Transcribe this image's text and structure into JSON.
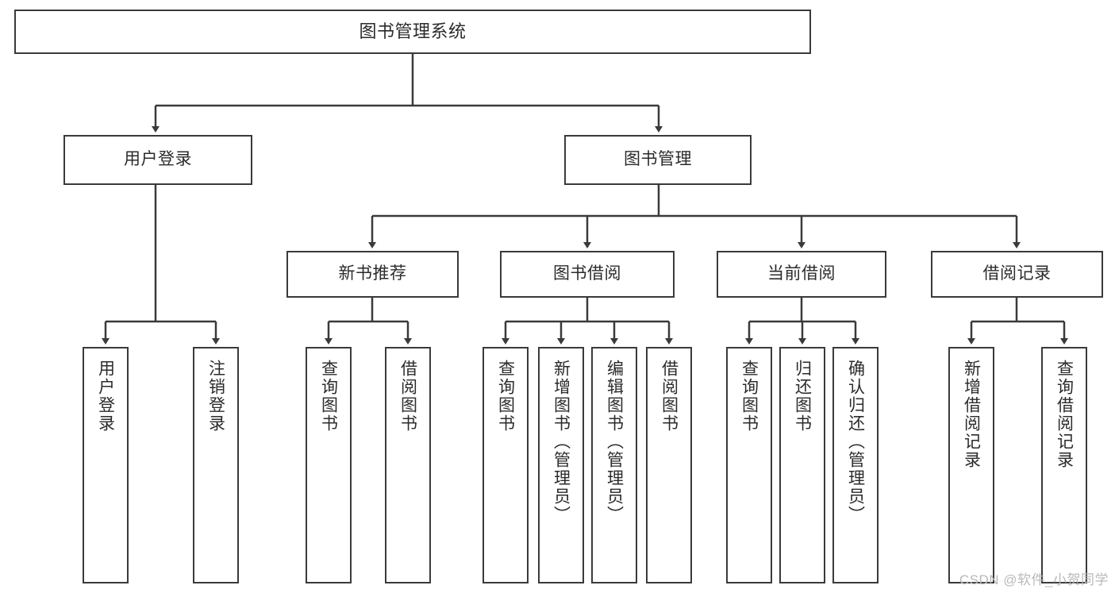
{
  "diagram": {
    "title": "图书管理系统",
    "watermark": "CSDN @软件_小贺同学",
    "line_color": "#3a3a3a",
    "box_border_color": "#3a3a3a",
    "text_color": "#2b2b2b",
    "background": "#ffffff",
    "nodes": {
      "root": "图书管理系统",
      "level2": [
        "用户登录",
        "图书管理"
      ],
      "level3": [
        "新书推荐",
        "图书借阅",
        "当前借阅",
        "借阅记录"
      ],
      "leaves": {
        "user_login": [
          "用户登录",
          "注销登录"
        ],
        "new_book_recommend": [
          "查询图书",
          "借阅图书"
        ],
        "book_borrow": [
          "查询图书",
          "新增图书（管理员）",
          "编辑图书（管理员）",
          "借阅图书"
        ],
        "current_borrow": [
          "查询图书",
          "归还图书",
          "确认归还（管理员）"
        ],
        "borrow_record": [
          "新增借阅记录",
          "查询借阅记录"
        ]
      }
    }
  }
}
